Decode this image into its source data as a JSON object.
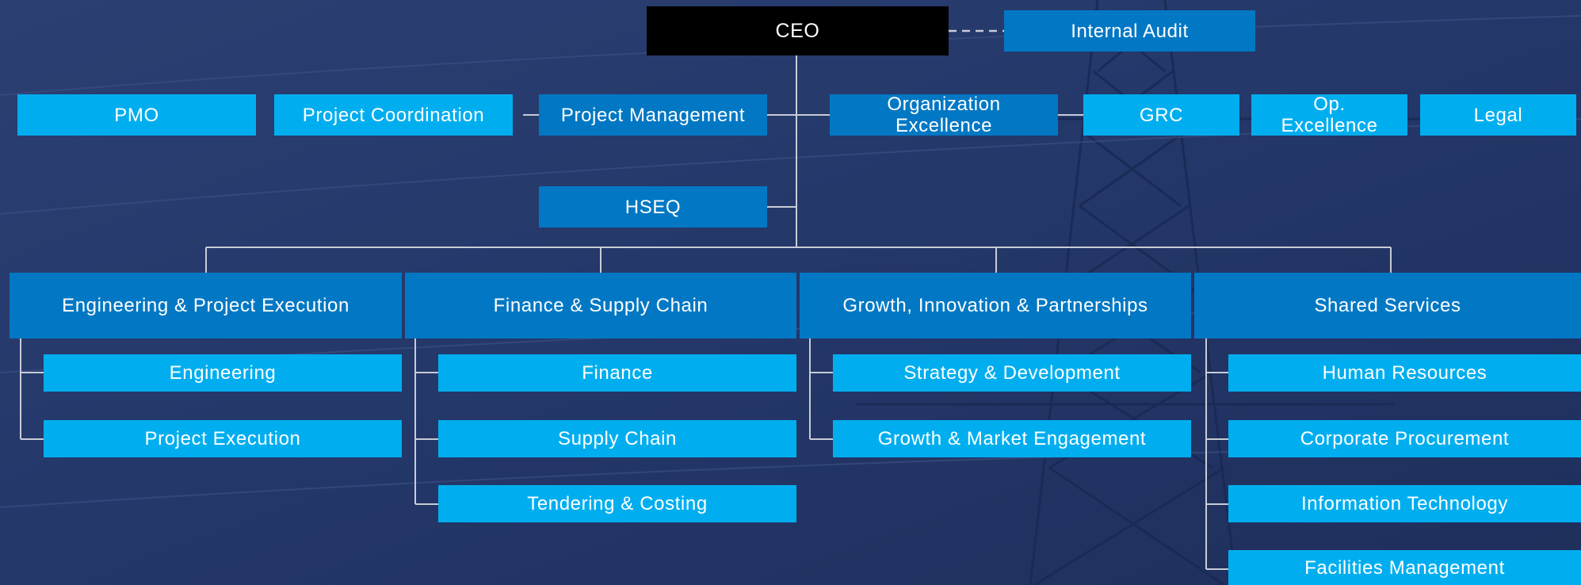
{
  "ceo": "CEO",
  "internal_audit": "Internal Audit",
  "staff": {
    "pmo": "PMO",
    "project_coordination": "Project Coordination",
    "project_management": "Project Management",
    "organization_excellence": "Organization Excellence",
    "grc": "GRC",
    "op_excellence": "Op. Excellence",
    "legal": "Legal",
    "hseq": "HSEQ"
  },
  "divisions": [
    {
      "title": "Engineering & Project Execution",
      "units": [
        "Engineering",
        "Project Execution"
      ]
    },
    {
      "title": "Finance & Supply Chain",
      "units": [
        "Finance",
        "Supply Chain",
        "Tendering & Costing"
      ]
    },
    {
      "title": "Growth, Innovation & Partnerships",
      "units": [
        "Strategy & Development",
        "Growth & Market Engagement"
      ]
    },
    {
      "title": "Shared Services",
      "units": [
        "Human Resources",
        "Corporate Procurement",
        "Information Technology",
        "Facilities Management"
      ]
    }
  ],
  "colors": {
    "box_light": "#00aeef",
    "box_mid": "#0278c4",
    "ceo_box": "#000000",
    "connector": "#c8ccd6",
    "background": "#24386a"
  }
}
